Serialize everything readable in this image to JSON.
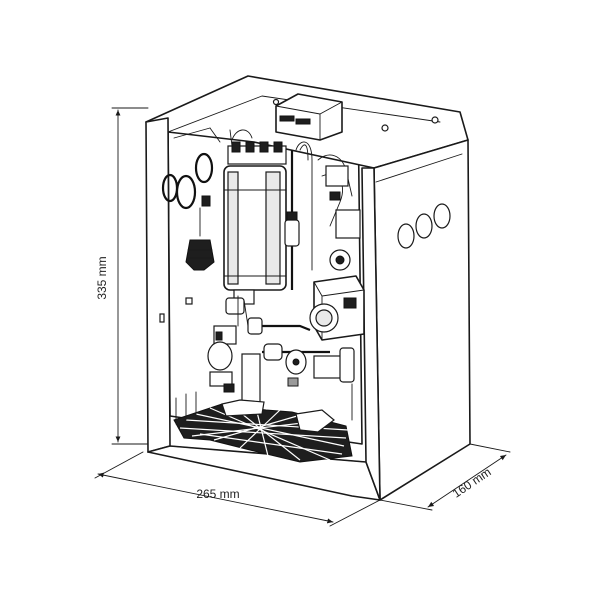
{
  "dimensions": {
    "height_label": "335 mm",
    "width_label": "265 mm",
    "depth_label": "160 mm"
  }
}
